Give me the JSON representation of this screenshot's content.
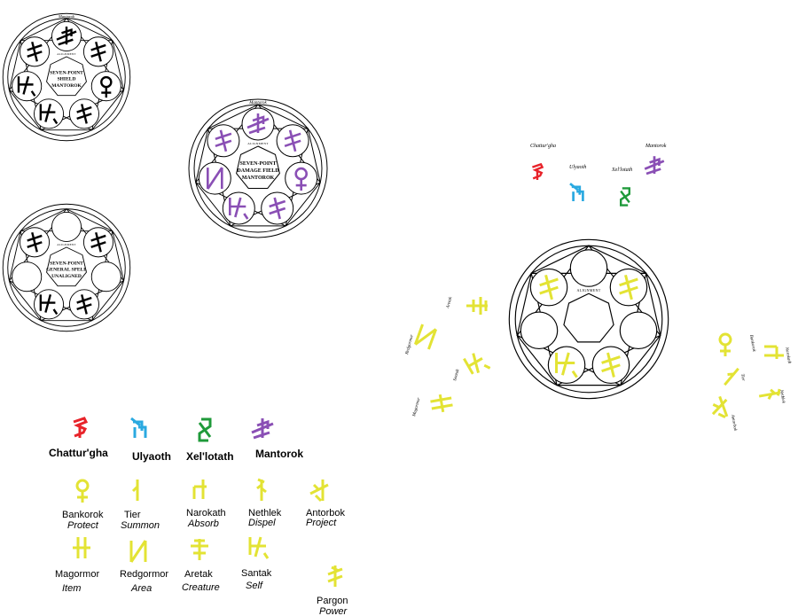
{
  "colors": {
    "chattur": "#e8232a",
    "ulyaoth": "#2aa9e0",
    "xellotath": "#1f9a3a",
    "mantorok": "#8a4fb5",
    "runes": "#e3e334",
    "ink": "#000000"
  },
  "gods": [
    {
      "name": "Chattur'gha",
      "color_key": "chattur",
      "icon": "chattur-glyph"
    },
    {
      "name": "Ulyaoth",
      "color_key": "ulyaoth",
      "icon": "ulyaoth-glyph"
    },
    {
      "name": "Xel'lotath",
      "color_key": "xellotath",
      "icon": "xellotath-glyph"
    },
    {
      "name": "Mantorok",
      "color_key": "mantorok",
      "icon": "mantorok-glyph"
    }
  ],
  "runes": [
    {
      "name": "Bankorok",
      "meaning": "Protect",
      "icon": "bankorok-glyph"
    },
    {
      "name": "Tier",
      "meaning": "Summon",
      "icon": "tier-glyph"
    },
    {
      "name": "Narokath",
      "meaning": "Absorb",
      "icon": "narokath-glyph"
    },
    {
      "name": "Nethlek",
      "meaning": "Dispel",
      "icon": "nethlek-glyph"
    },
    {
      "name": "Antorbok",
      "meaning": "Project",
      "icon": "antorbok-glyph"
    },
    {
      "name": "Magormor",
      "meaning": "Item",
      "icon": "magormor-glyph"
    },
    {
      "name": "Redgormor",
      "meaning": "Area",
      "icon": "redgormor-glyph"
    },
    {
      "name": "Aretak",
      "meaning": "Creature",
      "icon": "aretak-glyph"
    },
    {
      "name": "Santak",
      "meaning": "Self",
      "icon": "santak-glyph"
    },
    {
      "name": "Pargon",
      "meaning": "Power",
      "icon": "pargon-glyph"
    }
  ],
  "circles": {
    "shield": {
      "line1": "SEVEN-POINT",
      "line2": "SHIELD",
      "line3": "MANTOROK",
      "top_label": "Mantorok",
      "align_label": "ALIGNMENT"
    },
    "damage": {
      "line1": "SEVEN-POINT",
      "line2": "DAMAGE FIELD",
      "line3": "MANTOROK",
      "top_label": "Mantorok",
      "align_label": "ALIGNMENT"
    },
    "general": {
      "line1": "SEVEN-POINT",
      "line2": "GENERAL SPELL",
      "line3": "UNALIGNED",
      "align_label": "ALIGNMENT"
    },
    "puzzle": {
      "align_label": "ALIGNMENT"
    }
  },
  "puzzle_labels": {
    "chattur": "Chattur'gha",
    "ulyaoth": "Ulyaoth",
    "xellotath": "Xel'lotath",
    "mantorok": "Mantorok",
    "aretak": "Aretak",
    "redgormor": "Redgormor",
    "santak": "Santak",
    "magormor": "Magormor",
    "bankorok": "Bankorok",
    "narokath": "Narokath",
    "tier": "Tier",
    "nethlek": "Nethlek",
    "antorbok": "Antorbok"
  }
}
